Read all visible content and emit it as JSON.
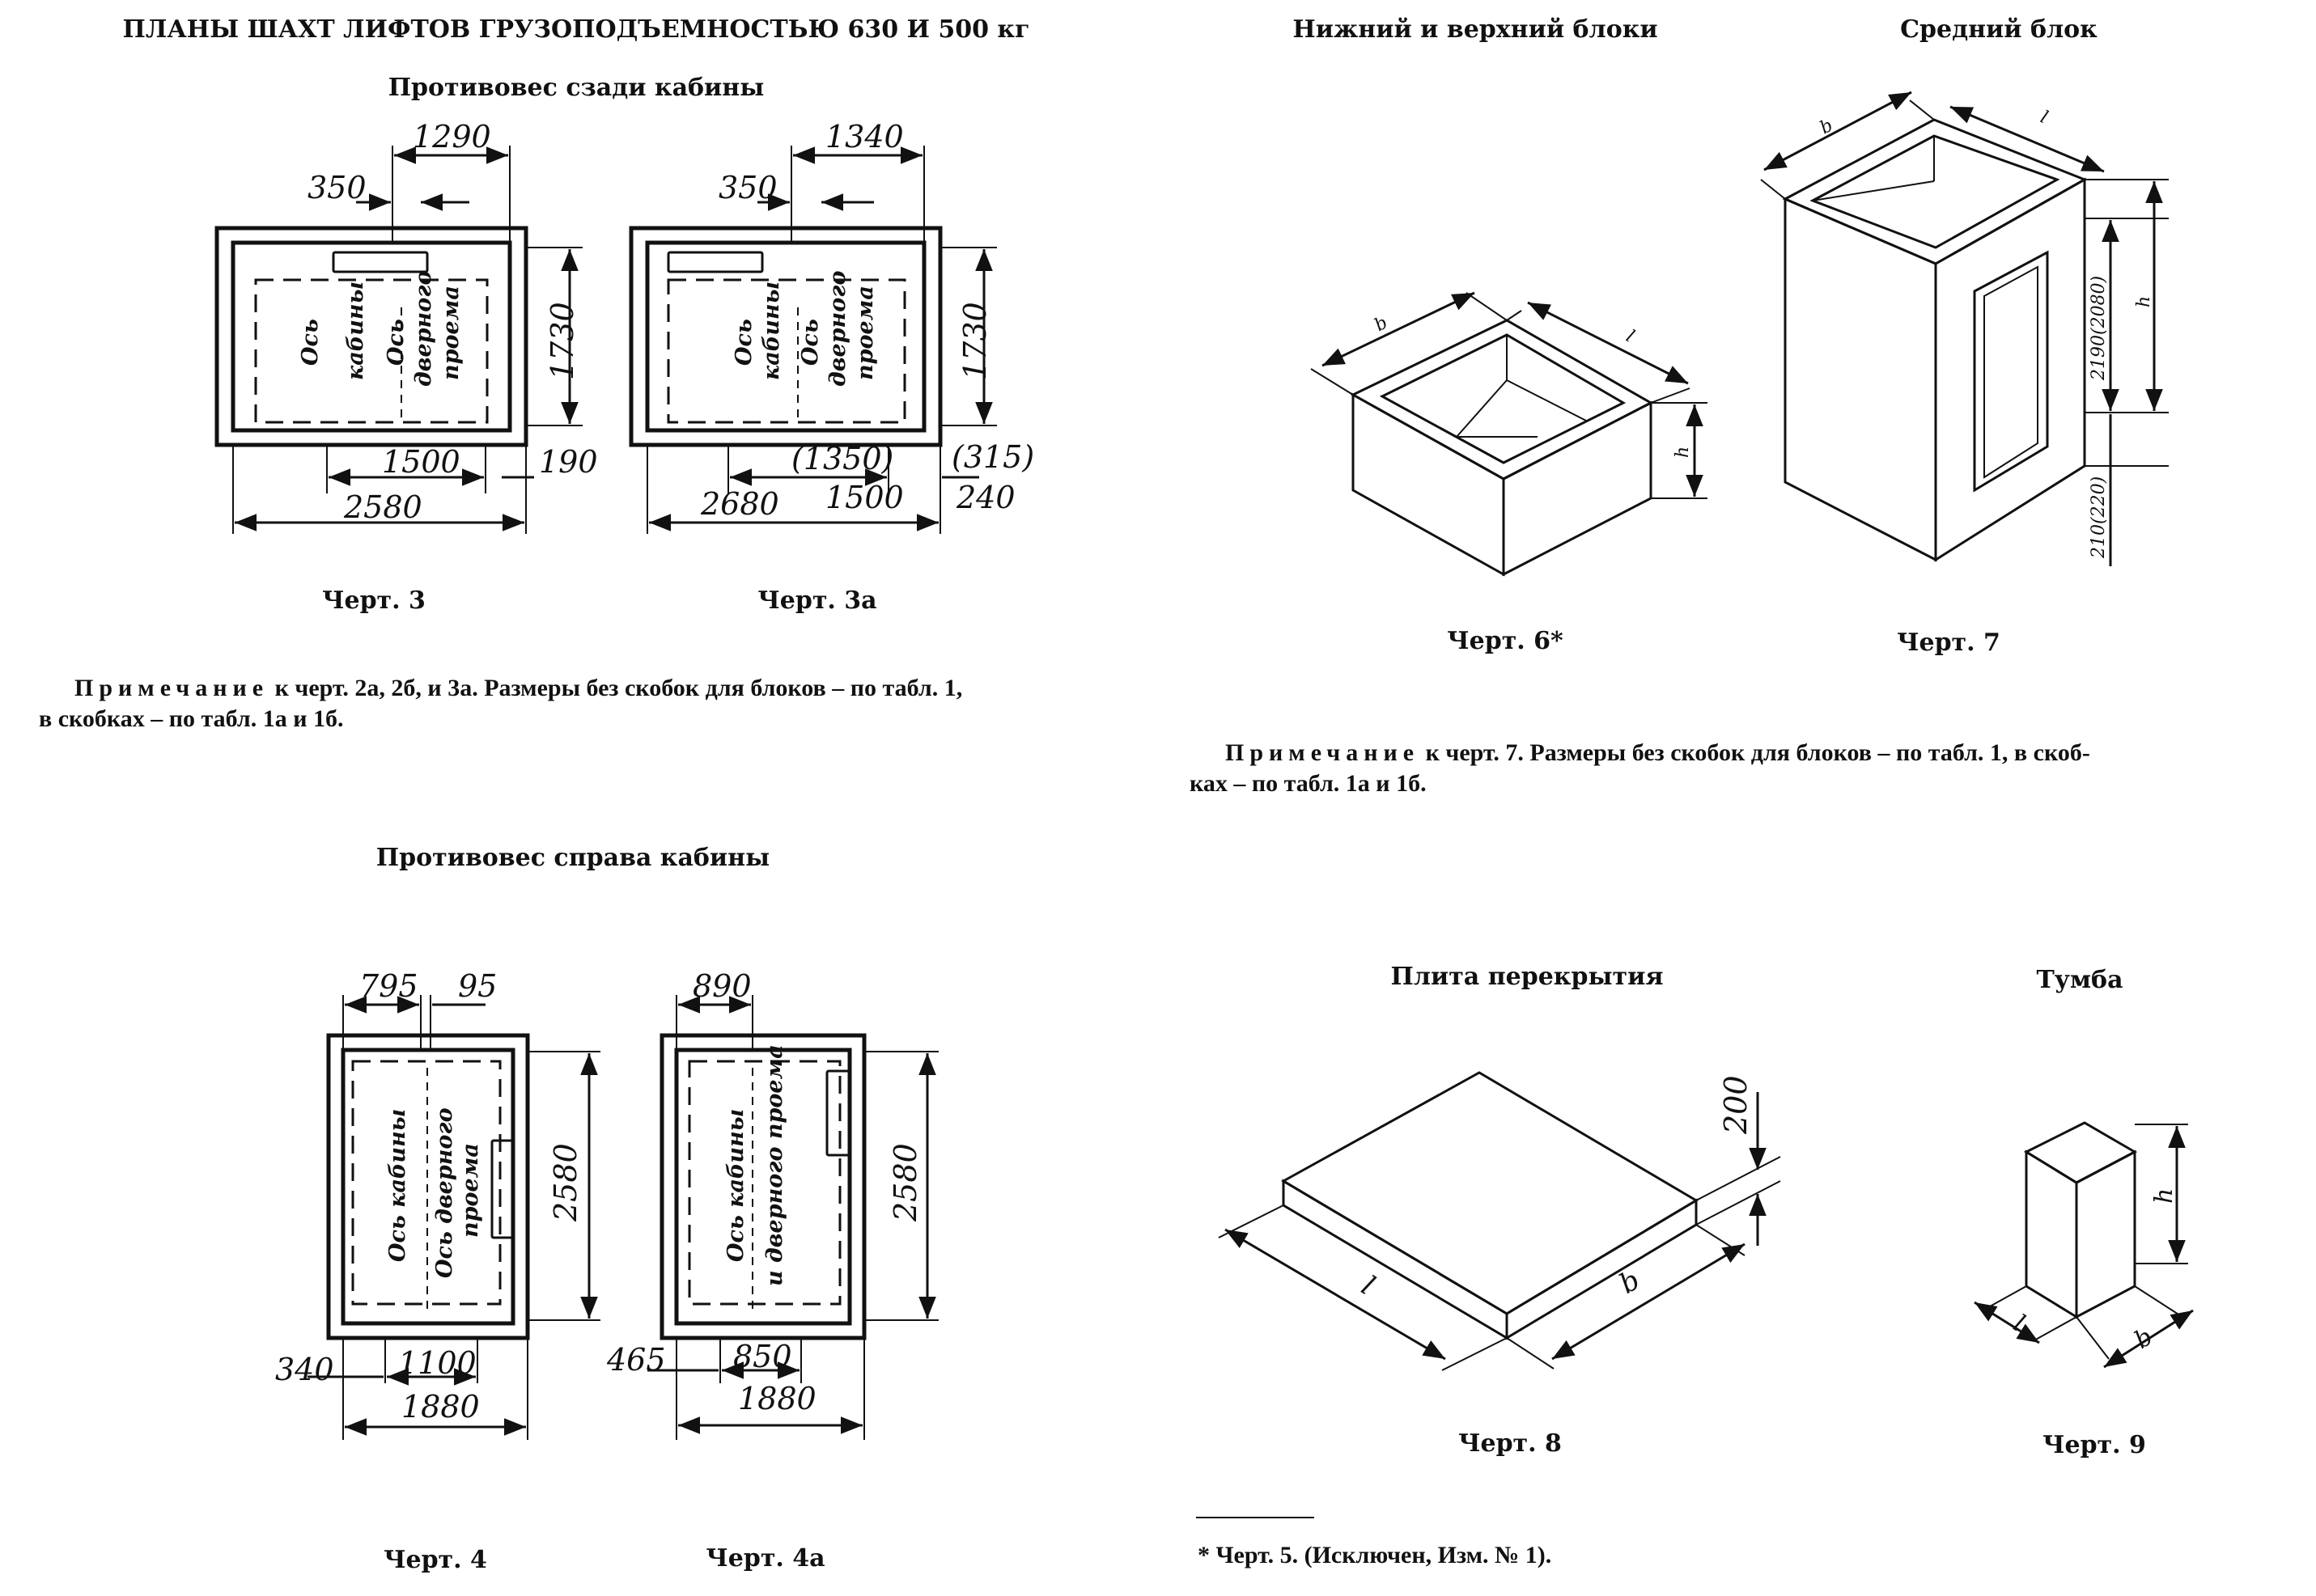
{
  "titles": {
    "main": "ПЛАНЫ ШАХТ ЛИФТОВ ГРУЗОПОДЪЕМНОСТЬЮ 630 И 500 кг",
    "rear": "Противовес сзади кабины",
    "right": "Противовес справа кабины",
    "bottom_top": "Нижний и верхний блоки",
    "middle": "Средний блок",
    "slab": "Плита перекрытия",
    "pedestal": "Тумба"
  },
  "captions": {
    "ch3": "Черт. 3",
    "ch3a": "Черт. 3а",
    "ch4": "Черт. 4",
    "ch4a": "Черт. 4а",
    "ch6": "Черт. 6*",
    "ch7": "Черт. 7",
    "ch8": "Черт. 8",
    "ch9": "Черт. 9"
  },
  "labels": {
    "axis": "Ось",
    "cabin": "кабины",
    "doorway": "дверного",
    "opening": "проема",
    "axis_cabin": "Ось кабины",
    "axis_door": "Ось дверного",
    "and_doorway": "и дверного проема"
  },
  "dims": {
    "d3": {
      "top": "1290",
      "offset": "350",
      "height": "1730",
      "inner": "1500",
      "gap": "190",
      "total": "2580"
    },
    "d3a": {
      "top": "1340",
      "offset": "350",
      "height": "1730",
      "paren": "(1350)",
      "paren2": "(315)",
      "inner": "1500",
      "gap": "240",
      "total": "2680"
    },
    "d4": {
      "top": "795",
      "top2": "95",
      "height": "2580",
      "left": "340",
      "inner": "1100",
      "total": "1880"
    },
    "d4a": {
      "top": "890",
      "height": "2580",
      "left": "465",
      "inner": "850",
      "total": "1880"
    },
    "d7": {
      "upper": "2190(2080)",
      "lower": "210(220)"
    },
    "d8": {
      "thick": "200"
    },
    "letters": {
      "b": "b",
      "l": "l",
      "h": "h"
    }
  },
  "notes": {
    "note1_word": "Примечание",
    "note1_line1": " к черт. 2а, 2б, и 3а. Размеры без скобок для блоков – по табл. 1,",
    "note1_line2": "в скобках – по табл. 1а и 1б.",
    "note2_word": "Примечание",
    "note2_line1": " к черт. 7. Размеры без скобок для блоков – по табл. 1, в скоб-",
    "note2_line2": "ках – по табл. 1а и 1б.",
    "footnote": "* Черт. 5. (Исключен, Изм. № 1)."
  }
}
